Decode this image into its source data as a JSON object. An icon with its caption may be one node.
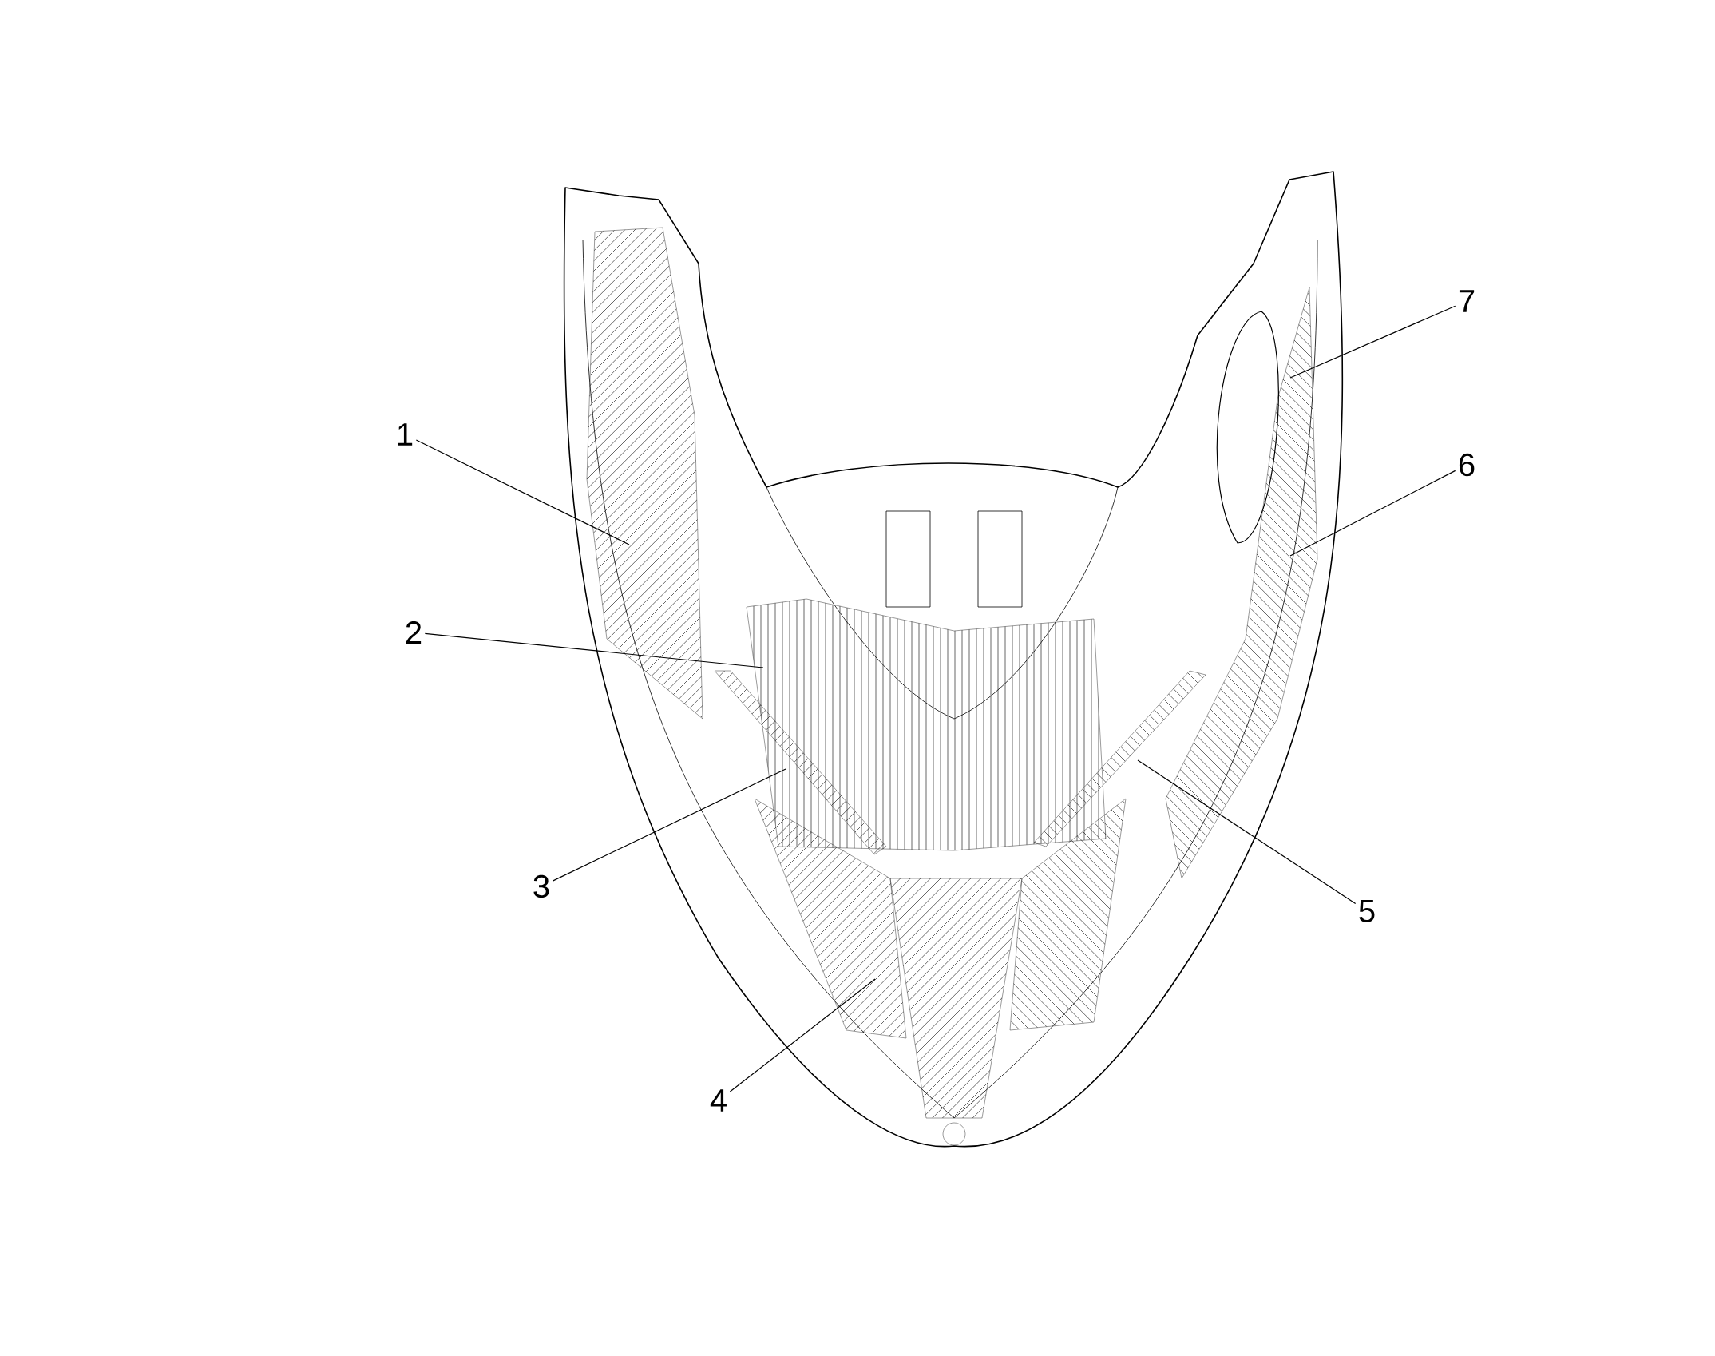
{
  "diagram": {
    "nodes": [
      {
        "text": [
          "1"
        ]
      },
      {
        "text": [
          "2"
        ]
      },
      {
        "text": [
          "3"
        ]
      },
      {
        "text": [
          "4"
        ]
      },
      {
        "text": [
          "5"
        ]
      },
      {
        "text": [
          "6"
        ]
      },
      {
        "text": [
          "7"
        ]
      }
    ],
    "edges": [
      {
        "from": 0,
        "to": null,
        "arrow": "none"
      },
      {
        "from": 1,
        "to": null,
        "arrow": "none"
      },
      {
        "from": 2,
        "to": null,
        "arrow": "none"
      },
      {
        "from": 3,
        "to": null,
        "arrow": "none"
      },
      {
        "from": 4,
        "to": null,
        "arrow": "none"
      },
      {
        "from": 5,
        "to": null,
        "arrow": "none"
      },
      {
        "from": 6,
        "to": null,
        "arrow": "none"
      }
    ]
  }
}
